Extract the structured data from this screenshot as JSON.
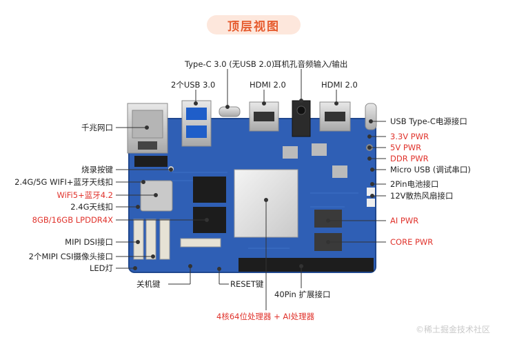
{
  "title": "顶层视图",
  "labels": {
    "typec30": "Type-C 3.0 (无USB 2.0)",
    "audio": "耳机孔音频输入/输出",
    "usb30": "2个USB 3.0",
    "hdmi1": "HDMI 2.0",
    "hdmi2": "HDMI 2.0",
    "gigabit": "千兆网口",
    "usbc_power": "USB Type-C电源接口",
    "pwr33": "3.3V PWR",
    "pwr5": "5V PWR",
    "ddr_pwr": "DDR PWR",
    "micro_usb": "Micro USB (调试串口)",
    "burn_key": "烧录按键",
    "wifi_antenna": "2.4G/5G WIFI+蓝牙天线扣",
    "wifi5": "WiFi5+蓝牙4.2",
    "antenna24": "2.4G天线扣",
    "lpddr": "8GB/16GB LPDDR4X",
    "battery": "2Pin电池接口",
    "fan": "12V散热风扇接口",
    "ai_pwr": "AI PWR",
    "mipi_dsi": "MIPI DSI接口",
    "mipi_csi": "2个MIPI CSI摄像头接口",
    "led": "LED灯",
    "core_pwr": "CORE PWR",
    "power_key": "关机键",
    "reset_key": "RESET键",
    "pin40": "40Pin 扩展接口",
    "processor": "4核64位处理器 + AI处理器"
  },
  "watermark": "©稀土掘金技术社区",
  "colors": {
    "accent": "#e65c2f",
    "label_red": "#e0322b",
    "pcb_blue": "#2f5fb5",
    "pcb_edge": "#1f478e"
  }
}
